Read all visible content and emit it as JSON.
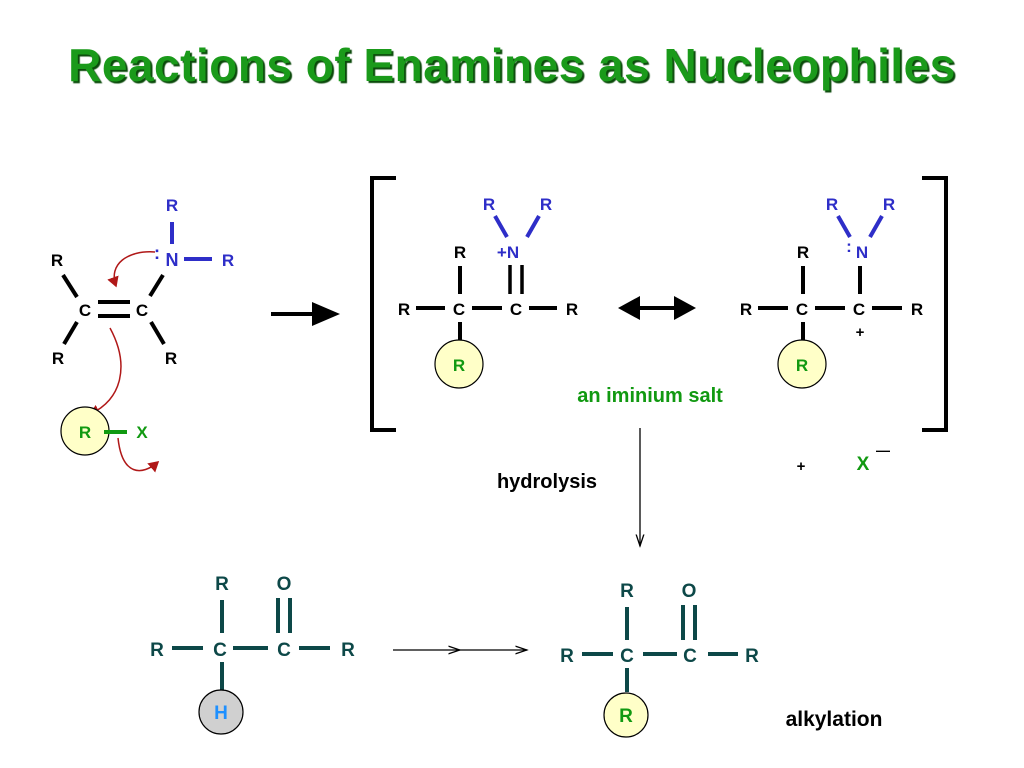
{
  "title": "Reactions of Enamines as Nucleophiles",
  "atoms": {
    "c": "C",
    "n": "N",
    "r": "R",
    "x": "X",
    "h": "H",
    "o": "O",
    "lone_pair": ":",
    "plus": "+",
    "plus_n": "+N",
    "minus": "—"
  },
  "labels": {
    "iminium": "an iminium salt",
    "hydrolysis": "hydrolysis",
    "alkylation": "alkylation"
  },
  "colors": {
    "title_green": "#1a9a1a",
    "nitrogen_blue": "#2e2ec8",
    "bond_teal": "#0d4848",
    "arrow_red": "#b01818",
    "halide_green": "#119911",
    "circle_yellow": "#ffffc8",
    "circle_gray": "#d0d0d0",
    "hydrogen_blue": "#1e90ff"
  }
}
